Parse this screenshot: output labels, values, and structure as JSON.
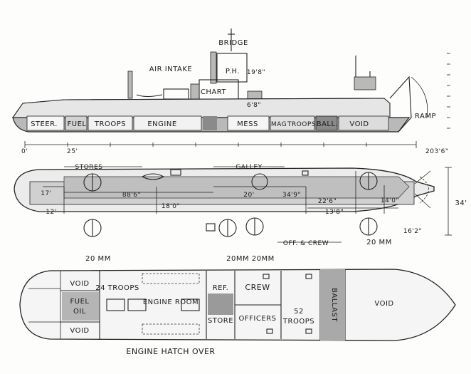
{
  "profile": {
    "bridge": "BRIDGE",
    "air_intake": "AIR INTAKE",
    "ph": "P.H.",
    "chart": "CHART",
    "h1": "19'8\"",
    "h2": "6'8\"",
    "ramp": "RAMP",
    "compartments": [
      "STEER.",
      "FUEL",
      "TROOPS",
      "ENGINE",
      "MESS",
      "MAG",
      "TROOPS",
      "BALL.",
      "VOID"
    ],
    "dim_0": "0'",
    "dim_25": "25'",
    "dim_total": "203'6\""
  },
  "deck": {
    "stores": "STORES",
    "galley": "GALLEY",
    "off_crew": "OFF. & CREW",
    "d17": "17'",
    "d12": "12'",
    "d88": "88'6\"",
    "d18": "18'0\"",
    "d20": "20'",
    "d34_9": "34'9\"",
    "d22": "22'6\"",
    "d13": "13'8\"",
    "d14": "14'0\"",
    "d16": "16'2\"",
    "d34": "34'",
    "gun_left": "20 MM",
    "gun_mid": "20MM 20MM",
    "gun_right": "20 MM"
  },
  "lower": {
    "void_top": "VOID",
    "fuel": "FUEL",
    "oil": "OIL",
    "void_bot": "VOID",
    "troops24": "24 TROOPS",
    "engine_room": "ENGINE ROOM",
    "ref": "REF.",
    "crew": "CREW",
    "store": "STORE",
    "officers": "OFFICERS",
    "troops52_n": "52",
    "troops52": "TROOPS",
    "ballast": "BALLAST",
    "void_fwd": "VOID",
    "caption": "ENGINE HATCH OVER"
  }
}
